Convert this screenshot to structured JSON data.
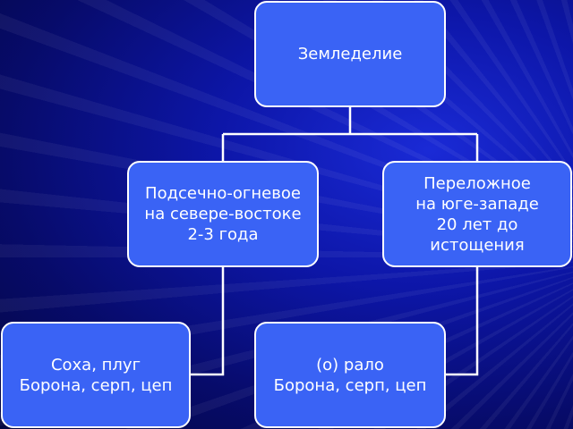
{
  "diagram": {
    "root": {
      "label": "Земледелие"
    },
    "left": {
      "label": "Подсечно-огневое\nна севере-востоке\n2-3 года"
    },
    "right": {
      "label": "Переложное\nна юге-западе\n20 лет до\nистощения"
    },
    "bottom_left": {
      "label": "Соха, плуг\nБорона, серп, цеп"
    },
    "bottom_right": {
      "label": "(о) рало\nБорона, серп, цеп"
    }
  },
  "colors": {
    "node_fill": "#3a63f5",
    "node_border": "#ffffff",
    "connector": "#ffffff",
    "background": "#0d16a8"
  }
}
